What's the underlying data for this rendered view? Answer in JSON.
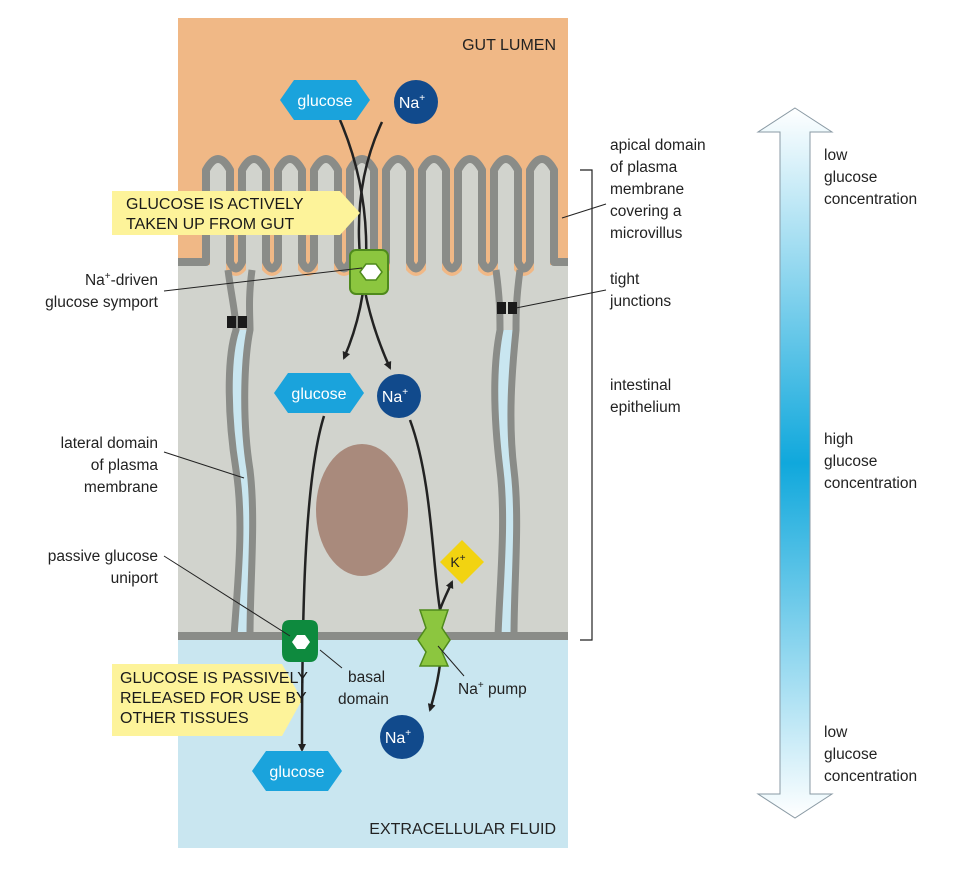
{
  "regions": {
    "gut_lumen": "GUT LUMEN",
    "extracellular_fluid": "EXTRACELLULAR FLUID"
  },
  "callouts": {
    "active_line1": "GLUCOSE IS ACTIVELY",
    "active_line2": "TAKEN UP FROM GUT",
    "passive_line1": "GLUCOSE IS PASSIVELY",
    "passive_line2": "RELEASED FOR USE BY",
    "passive_line3": "OTHER TISSUES"
  },
  "molecules": {
    "glucose": "glucose",
    "sodium": "Na",
    "sodium_charge": "+",
    "potassium": "K",
    "potassium_charge": "+"
  },
  "left_labels": {
    "symport_line1_prefix": "Na",
    "symport_line1_sup": "+",
    "symport_line1_suffix": "-driven",
    "symport_line2": "glucose symport",
    "lateral_line1": "lateral domain",
    "lateral_line2": "of plasma",
    "lateral_line3": "membrane",
    "uniport_line1": "passive glucose",
    "uniport_line2": "uniport"
  },
  "center_labels": {
    "basal_line1": "basal",
    "basal_line2": "domain",
    "pump_prefix": "Na",
    "pump_sup": "+",
    "pump_suffix": " pump"
  },
  "right_labels": {
    "apical_line1": "apical domain",
    "apical_line2": "of plasma",
    "apical_line3": "membrane",
    "apical_line4": "covering a",
    "apical_line5": "microvillus",
    "tight_line1": "tight",
    "tight_line2": "junctions",
    "epith_line1": "intestinal",
    "epith_line2": "epithelium"
  },
  "gradient_labels": {
    "top_line1": "low",
    "top_line2": "glucose",
    "top_line3": "concentration",
    "mid_line1": "high",
    "mid_line2": "glucose",
    "mid_line3": "concentration",
    "bottom_line1": "low",
    "bottom_line2": "glucose",
    "bottom_line3": "concentration"
  },
  "colors": {
    "lumen": "#f0b886",
    "cell": "#d1d3cd",
    "extracellular": "#c9e6f0",
    "membrane": "#8a8c88",
    "glucose": "#1aa3dc",
    "sodium": "#114a8c",
    "potassium": "#f2d311",
    "callout": "#fdf39a",
    "symport": "#8cc63f",
    "uniport": "#0e8a3e",
    "nucleus": "#a98a7c"
  }
}
